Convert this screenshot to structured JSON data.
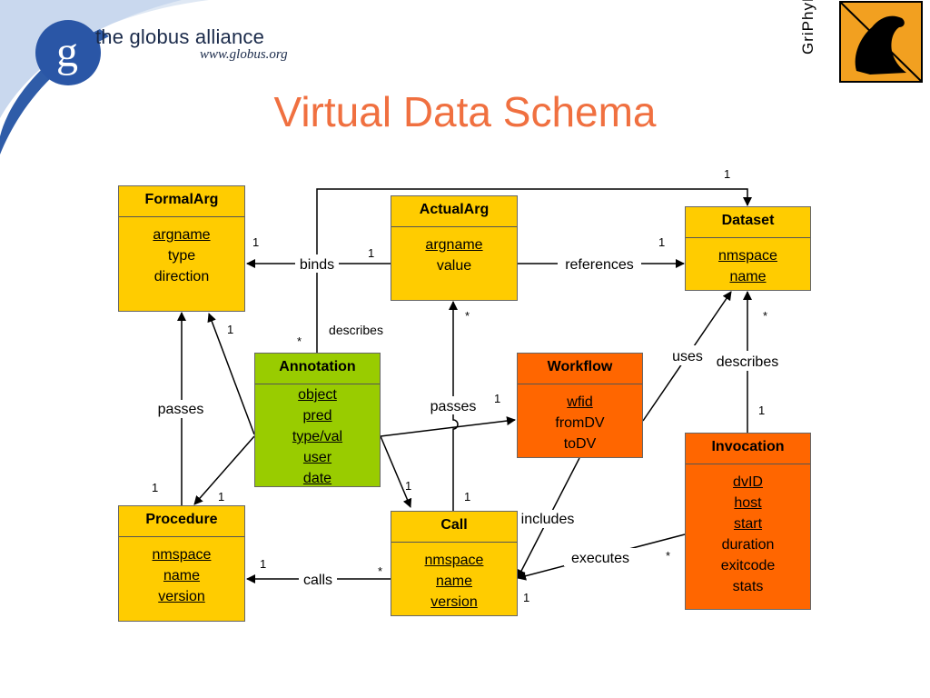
{
  "header": {
    "logo_text": "the globus alliance",
    "logo_url": "www.globus.org",
    "logo_letter": "g",
    "title": "Virtual Data Schema",
    "griphyn": "GriPhyN"
  },
  "classes": {
    "formalarg": {
      "name": "FormalArg",
      "fields": [
        "argname",
        "type",
        "direction"
      ],
      "underlined": [
        true,
        false,
        false
      ]
    },
    "actualarg": {
      "name": "ActualArg",
      "fields": [
        "argname",
        "value"
      ],
      "underlined": [
        true,
        false
      ]
    },
    "dataset": {
      "name": "Dataset",
      "fields": [
        "nmspace",
        "name"
      ],
      "underlined": [
        true,
        true
      ]
    },
    "annotation": {
      "name": "Annotation",
      "fields": [
        "object",
        "pred",
        "type/val",
        "user",
        "date"
      ],
      "underlined": [
        true,
        true,
        true,
        true,
        true
      ]
    },
    "workflow": {
      "name": "Workflow",
      "fields": [
        "wfid",
        "fromDV",
        "toDV"
      ],
      "underlined": [
        true,
        false,
        false
      ]
    },
    "invocation": {
      "name": "Invocation",
      "fields": [
        "dvID",
        "host",
        "start",
        "duration",
        "exitcode",
        "stats"
      ],
      "underlined": [
        true,
        true,
        true,
        false,
        false,
        false
      ]
    },
    "procedure": {
      "name": "Procedure",
      "fields": [
        "nmspace",
        "name",
        "version"
      ],
      "underlined": [
        true,
        true,
        true
      ]
    },
    "call": {
      "name": "Call",
      "fields": [
        "nmspace",
        "name",
        "version"
      ],
      "underlined": [
        true,
        true,
        true
      ]
    }
  },
  "relations": {
    "binds": "binds",
    "references": "references",
    "describes_top": "describes",
    "uses": "uses",
    "describes_right": "describes",
    "passes_left": "passes",
    "passes_mid": "passes",
    "includes": "includes",
    "executes": "executes",
    "calls": "calls"
  },
  "multiplicities": {
    "top_dataset_1": "1",
    "binds_formal_1": "1",
    "binds_actual_1": "1",
    "ref_dataset_1": "1",
    "ann_formal_1": "1",
    "ann_star": "*",
    "actual_star": "*",
    "dataset_star": "*",
    "workflow_1": "1",
    "invocation_1": "1",
    "proc_left_1": "1",
    "proc_right_1": "1",
    "call_left_1": "1",
    "call_right_1": "1",
    "calls_proc_1": "1",
    "calls_star": "*",
    "exec_star": "*",
    "call_bottom_1": "1"
  },
  "colors": {
    "yellow": "#ffcc00",
    "green": "#99cc00",
    "orange": "#ff6600",
    "title": "#f07040"
  }
}
